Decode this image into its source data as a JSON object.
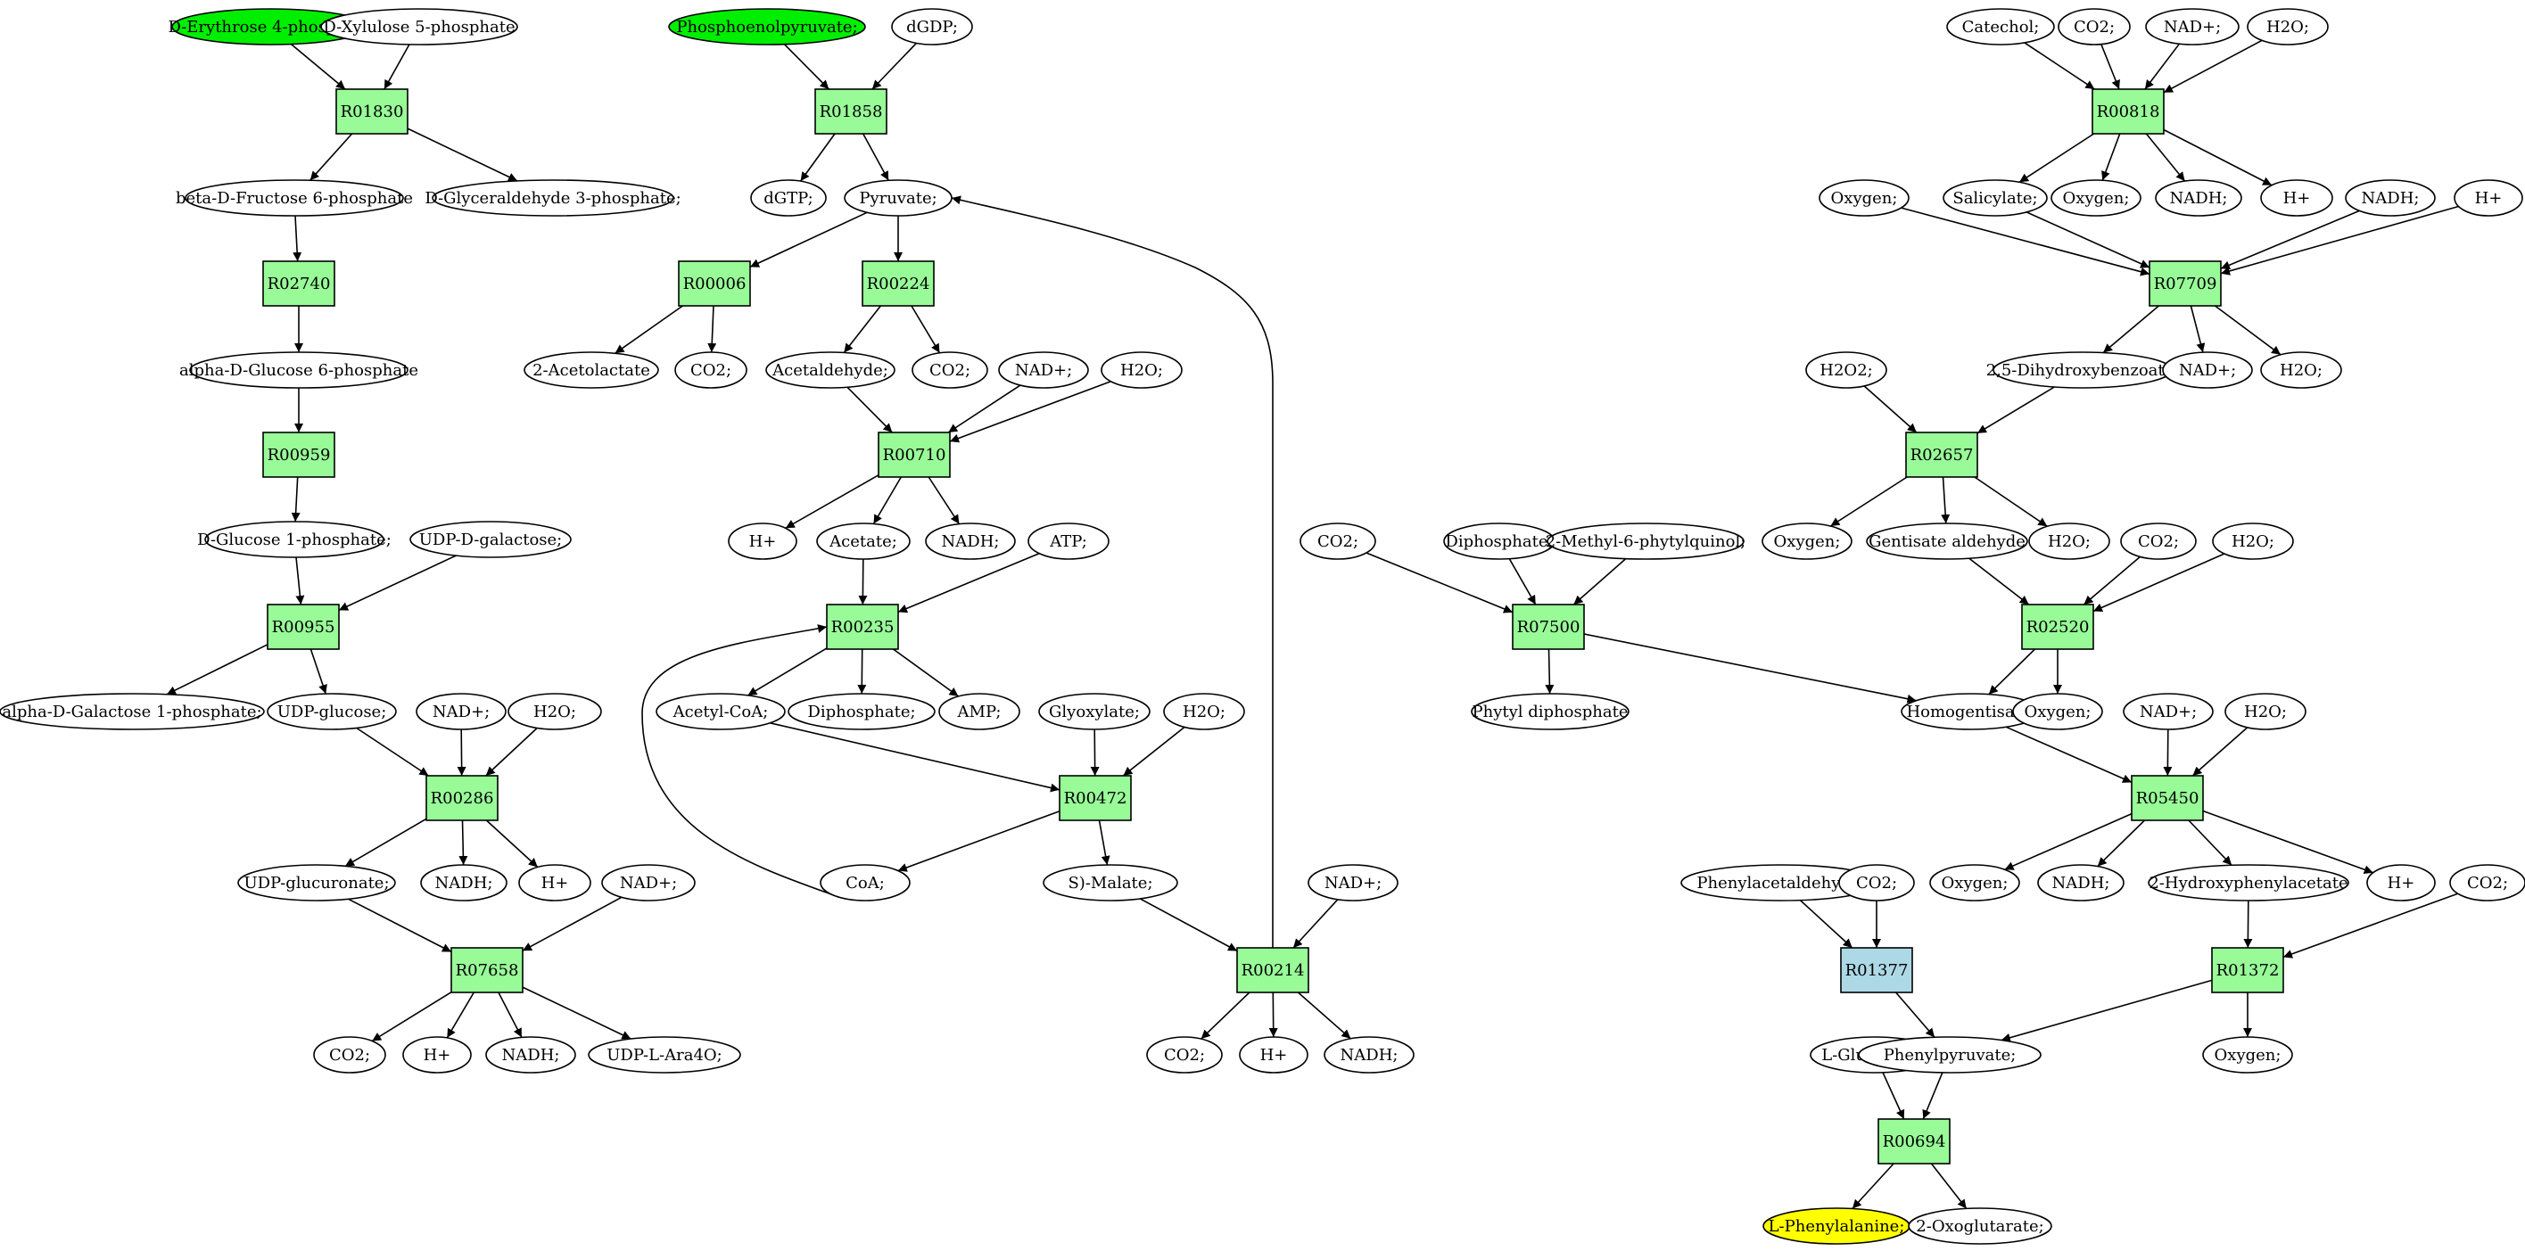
{
  "colors": {
    "source_fill": "#00ee00",
    "target_fill": "#ffff00",
    "metabolite_fill": "#ffffff",
    "reaction_fill": "#98fb98",
    "reaction_alt_fill": "#add8e6",
    "stroke": "#000000"
  },
  "metabolites": [
    {
      "id": "m1",
      "label": "D-Erythrose 4-phosphate",
      "role": "source"
    },
    {
      "id": "m2",
      "label": "D-Xylulose 5-phosphate"
    },
    {
      "id": "m3",
      "label": "beta-D-Fructose 6-phosphate"
    },
    {
      "id": "m4",
      "label": "D-Glyceraldehyde 3-phosphate;"
    },
    {
      "id": "m5",
      "label": "alpha-D-Glucose 6-phosphate"
    },
    {
      "id": "m6",
      "label": "D-Glucose 1-phosphate;"
    },
    {
      "id": "m7",
      "label": "UDP-D-galactose;"
    },
    {
      "id": "m8",
      "label": "alpha-D-Galactose 1-phosphate;"
    },
    {
      "id": "m9",
      "label": "UDP-glucose;"
    },
    {
      "id": "m10",
      "label": "NAD+;"
    },
    {
      "id": "m11",
      "label": "H2O;"
    },
    {
      "id": "m12",
      "label": "UDP-glucuronate;"
    },
    {
      "id": "m13",
      "label": "NADH;"
    },
    {
      "id": "m14",
      "label": "H+"
    },
    {
      "id": "m15",
      "label": "NAD+;"
    },
    {
      "id": "m16",
      "label": "CO2;"
    },
    {
      "id": "m17",
      "label": "H+"
    },
    {
      "id": "m18",
      "label": "NADH;"
    },
    {
      "id": "m19",
      "label": "UDP-L-Ara4O;"
    },
    {
      "id": "m20",
      "label": "Phosphoenolpyruvate;",
      "role": "source"
    },
    {
      "id": "m21",
      "label": "dGDP;"
    },
    {
      "id": "m22",
      "label": "dGTP;"
    },
    {
      "id": "m23",
      "label": "Pyruvate;"
    },
    {
      "id": "m24",
      "label": "2-Acetolactate"
    },
    {
      "id": "m25",
      "label": "CO2;"
    },
    {
      "id": "m26",
      "label": "Acetaldehyde;"
    },
    {
      "id": "m27",
      "label": "CO2;"
    },
    {
      "id": "m28",
      "label": "NAD+;"
    },
    {
      "id": "m29",
      "label": "H2O;"
    },
    {
      "id": "m30",
      "label": "H+"
    },
    {
      "id": "m31",
      "label": "Acetate;"
    },
    {
      "id": "m32",
      "label": "NADH;"
    },
    {
      "id": "m33",
      "label": "ATP;"
    },
    {
      "id": "m34",
      "label": "Acetyl-CoA;"
    },
    {
      "id": "m35",
      "label": "Diphosphate;"
    },
    {
      "id": "m36",
      "label": "AMP;"
    },
    {
      "id": "m37",
      "label": "Glyoxylate;"
    },
    {
      "id": "m38",
      "label": "H2O;"
    },
    {
      "id": "m39",
      "label": "CoA;"
    },
    {
      "id": "m40",
      "label": "S)-Malate;"
    },
    {
      "id": "m41",
      "label": "NAD+;"
    },
    {
      "id": "m42",
      "label": "CO2;"
    },
    {
      "id": "m43",
      "label": "H+"
    },
    {
      "id": "m44",
      "label": "NADH;"
    },
    {
      "id": "m45",
      "label": "Catechol;"
    },
    {
      "id": "m46",
      "label": "CO2;"
    },
    {
      "id": "m47",
      "label": "NAD+;"
    },
    {
      "id": "m48",
      "label": "H2O;"
    },
    {
      "id": "m49",
      "label": "Salicylate;"
    },
    {
      "id": "m50",
      "label": "Oxygen;"
    },
    {
      "id": "m51",
      "label": "NADH;"
    },
    {
      "id": "m52",
      "label": "H+"
    },
    {
      "id": "m53",
      "label": "Oxygen;"
    },
    {
      "id": "m54",
      "label": "NADH;"
    },
    {
      "id": "m55",
      "label": "H+"
    },
    {
      "id": "m56",
      "label": "2,5-Dihydroxybenzoate;"
    },
    {
      "id": "m57",
      "label": "NAD+;"
    },
    {
      "id": "m58",
      "label": "H2O;"
    },
    {
      "id": "m59",
      "label": "H2O2;"
    },
    {
      "id": "m60",
      "label": "Oxygen;"
    },
    {
      "id": "m61",
      "label": "Gentisate aldehyde"
    },
    {
      "id": "m62",
      "label": "H2O;"
    },
    {
      "id": "m63",
      "label": "CO2;"
    },
    {
      "id": "m64",
      "label": "H2O;"
    },
    {
      "id": "m65",
      "label": "CO2;"
    },
    {
      "id": "m66",
      "label": "Diphosphate;"
    },
    {
      "id": "m67",
      "label": "2-Methyl-6-phytylquinol;"
    },
    {
      "id": "m68",
      "label": "Phytyl diphosphate"
    },
    {
      "id": "m69",
      "label": "Homogentisate;"
    },
    {
      "id": "m70",
      "label": "Oxygen;"
    },
    {
      "id": "m71",
      "label": "NAD+;"
    },
    {
      "id": "m72",
      "label": "H2O;"
    },
    {
      "id": "m73",
      "label": "Oxygen;"
    },
    {
      "id": "m74",
      "label": "NADH;"
    },
    {
      "id": "m75",
      "label": "2-Hydroxyphenylacetate"
    },
    {
      "id": "m76",
      "label": "H+"
    },
    {
      "id": "m77",
      "label": "CO2;"
    },
    {
      "id": "m78",
      "label": "Phenylacetaldehyde;"
    },
    {
      "id": "m79",
      "label": "CO2;"
    },
    {
      "id": "m80",
      "label": "Oxygen;"
    },
    {
      "id": "m81",
      "label": "L-Glutamate;"
    },
    {
      "id": "m82",
      "label": "Phenylpyruvate;"
    },
    {
      "id": "m83",
      "label": "L-Phenylalanine;",
      "role": "target"
    },
    {
      "id": "m84",
      "label": "2-Oxoglutarate;"
    }
  ],
  "reactions": [
    {
      "id": "r1",
      "label": "R01830"
    },
    {
      "id": "r2",
      "label": "R02740"
    },
    {
      "id": "r3",
      "label": "R00959"
    },
    {
      "id": "r4",
      "label": "R00955"
    },
    {
      "id": "r5",
      "label": "R00286"
    },
    {
      "id": "r6",
      "label": "R07658"
    },
    {
      "id": "r7",
      "label": "R01858"
    },
    {
      "id": "r8",
      "label": "R00006"
    },
    {
      "id": "r9",
      "label": "R00224"
    },
    {
      "id": "r10",
      "label": "R00710"
    },
    {
      "id": "r11",
      "label": "R00235"
    },
    {
      "id": "r12",
      "label": "R00472"
    },
    {
      "id": "r13",
      "label": "R00214"
    },
    {
      "id": "r14",
      "label": "R00818"
    },
    {
      "id": "r15",
      "label": "R07709"
    },
    {
      "id": "r16",
      "label": "R02657"
    },
    {
      "id": "r17",
      "label": "R02520"
    },
    {
      "id": "r18",
      "label": "R07500"
    },
    {
      "id": "r19",
      "label": "R05450"
    },
    {
      "id": "r20",
      "label": "R01377",
      "role": "alt"
    },
    {
      "id": "r21",
      "label": "R01372"
    },
    {
      "id": "r22",
      "label": "R00694"
    }
  ],
  "edges": [
    [
      "m1",
      "r1"
    ],
    [
      "m2",
      "r1"
    ],
    [
      "r1",
      "m3"
    ],
    [
      "r1",
      "m4"
    ],
    [
      "m3",
      "r2"
    ],
    [
      "r2",
      "m5"
    ],
    [
      "m5",
      "r3"
    ],
    [
      "r3",
      "m6"
    ],
    [
      "m6",
      "r4"
    ],
    [
      "m7",
      "r4"
    ],
    [
      "r4",
      "m8"
    ],
    [
      "r4",
      "m9"
    ],
    [
      "m9",
      "r5"
    ],
    [
      "m10",
      "r5"
    ],
    [
      "m11",
      "r5"
    ],
    [
      "r5",
      "m12"
    ],
    [
      "r5",
      "m13"
    ],
    [
      "r5",
      "m14"
    ],
    [
      "m12",
      "r6"
    ],
    [
      "m15",
      "r6"
    ],
    [
      "r6",
      "m16"
    ],
    [
      "r6",
      "m17"
    ],
    [
      "r6",
      "m18"
    ],
    [
      "r6",
      "m19"
    ],
    [
      "m20",
      "r7"
    ],
    [
      "m21",
      "r7"
    ],
    [
      "r7",
      "m22"
    ],
    [
      "r7",
      "m23"
    ],
    [
      "m23",
      "r8"
    ],
    [
      "r8",
      "m24"
    ],
    [
      "r8",
      "m25"
    ],
    [
      "m23",
      "r9"
    ],
    [
      "r9",
      "m26"
    ],
    [
      "r9",
      "m27"
    ],
    [
      "m26",
      "r10"
    ],
    [
      "m28",
      "r10"
    ],
    [
      "m29",
      "r10"
    ],
    [
      "r10",
      "m30"
    ],
    [
      "r10",
      "m31"
    ],
    [
      "r10",
      "m32"
    ],
    [
      "m31",
      "r11"
    ],
    [
      "m33",
      "r11"
    ],
    [
      "m39",
      "r11"
    ],
    [
      "r11",
      "m34"
    ],
    [
      "r11",
      "m35"
    ],
    [
      "r11",
      "m36"
    ],
    [
      "m34",
      "r12"
    ],
    [
      "m37",
      "r12"
    ],
    [
      "m38",
      "r12"
    ],
    [
      "r12",
      "m39"
    ],
    [
      "r12",
      "m40"
    ],
    [
      "m40",
      "r13"
    ],
    [
      "m41",
      "r13"
    ],
    [
      "r13",
      "m23"
    ],
    [
      "r13",
      "m42"
    ],
    [
      "r13",
      "m43"
    ],
    [
      "r13",
      "m44"
    ],
    [
      "m45",
      "r14"
    ],
    [
      "m46",
      "r14"
    ],
    [
      "m47",
      "r14"
    ],
    [
      "m48",
      "r14"
    ],
    [
      "r14",
      "m49"
    ],
    [
      "r14",
      "m50"
    ],
    [
      "r14",
      "m51"
    ],
    [
      "r14",
      "m52"
    ],
    [
      "m53",
      "r15"
    ],
    [
      "m49",
      "r15"
    ],
    [
      "m54",
      "r15"
    ],
    [
      "m55",
      "r15"
    ],
    [
      "r15",
      "m56"
    ],
    [
      "r15",
      "m57"
    ],
    [
      "r15",
      "m58"
    ],
    [
      "m59",
      "r16"
    ],
    [
      "m56",
      "r16"
    ],
    [
      "r16",
      "m60"
    ],
    [
      "r16",
      "m61"
    ],
    [
      "r16",
      "m62"
    ],
    [
      "m61",
      "r17"
    ],
    [
      "m63",
      "r17"
    ],
    [
      "m64",
      "r17"
    ],
    [
      "r17",
      "m69"
    ],
    [
      "r17",
      "m70"
    ],
    [
      "m65",
      "r18"
    ],
    [
      "m66",
      "r18"
    ],
    [
      "m67",
      "r18"
    ],
    [
      "r18",
      "m68"
    ],
    [
      "r18",
      "m69"
    ],
    [
      "m69",
      "r19"
    ],
    [
      "m71",
      "r19"
    ],
    [
      "m72",
      "r19"
    ],
    [
      "r19",
      "m73"
    ],
    [
      "r19",
      "m74"
    ],
    [
      "r19",
      "m75"
    ],
    [
      "r19",
      "m76"
    ],
    [
      "m78",
      "r20"
    ],
    [
      "m79",
      "r20"
    ],
    [
      "r20",
      "m82"
    ],
    [
      "m75",
      "r21"
    ],
    [
      "m77",
      "r21"
    ],
    [
      "r21",
      "m82"
    ],
    [
      "r21",
      "m80"
    ],
    [
      "m81",
      "r22"
    ],
    [
      "m82",
      "r22"
    ],
    [
      "r22",
      "m83"
    ],
    [
      "r22",
      "m84"
    ]
  ]
}
